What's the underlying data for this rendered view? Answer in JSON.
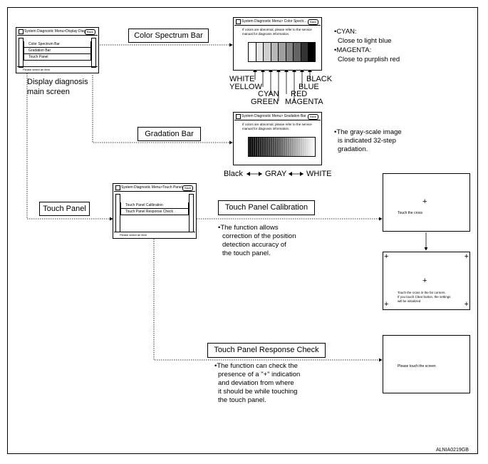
{
  "main_screen": {
    "title": "System Diagnostic Menu>Display Diag...",
    "back": "Back",
    "items": [
      "Color Spectrum Bar",
      "Gradation Bar",
      "Touch Panel"
    ],
    "footer": "Please select an item",
    "caption": [
      "Display diagnosis",
      "main screen"
    ]
  },
  "labels": {
    "color_spectrum": "Color Spectrum Bar",
    "gradation": "Gradation Bar",
    "touch_panel": "Touch Panel",
    "calibration": "Touch Panel Calibration",
    "response": "Touch Panel Response Check"
  },
  "color_screen": {
    "title": "System Diagnostic Menu> Color Spectr...",
    "back": "Back",
    "text": [
      "If colors are abnormal, please refer to the service",
      "manual for diagnosis information."
    ],
    "swatches": [
      "#ffffff",
      "#e8e8e8",
      "#d0d0d0",
      "#b8b8b8",
      "#a0a0a0",
      "#888888",
      "#666666",
      "#333333",
      "#000000"
    ],
    "names": [
      "WHITE",
      "YELLOW",
      "CYAN",
      "GREEN",
      "RED",
      "MAGENTA",
      "BLUE",
      "BLACK"
    ]
  },
  "color_note": [
    "•CYAN:",
    "Close to light blue",
    "•MAGENTA:",
    "Close to purplish red"
  ],
  "gradation_screen": {
    "title": "System Diagnostic Menu> Gradation Bar",
    "back": "Back",
    "text": [
      "If colors are abnormal, please refer to the service",
      "manual for diagnosis information."
    ],
    "scale": [
      "Black",
      "GRAY",
      "WHITE"
    ]
  },
  "gradation_note": [
    "•The gray-scale image",
    "is indicated 32-step",
    "gradation."
  ],
  "touch_screen": {
    "title": "System Diagnostic Menu>Touch Panel",
    "back": "Back",
    "items": [
      "Touch Panel Calibration",
      "Touch Panel Response Check"
    ],
    "footer": "Please select an item"
  },
  "calibration_note": [
    "•The function allows",
    "correction of the position",
    "detection accuracy of",
    "the touch panel."
  ],
  "calib_panel1": {
    "text": "Touch the cross"
  },
  "calib_panel2": {
    "text": [
      "Touch the cross in the far corners.",
      "If you touch Clear button, the settings",
      "will be initialized"
    ]
  },
  "response_note": [
    "•The function can check the",
    "presence of a \"+\" indication",
    "and deviation from where",
    "it should be while touching",
    "the touch panel."
  ],
  "response_panel": {
    "text": "Please touch the screen"
  },
  "figure_id": "ALNIA0219GB",
  "icons": {
    "cross": "+",
    "arrow": "arrow-icon"
  }
}
